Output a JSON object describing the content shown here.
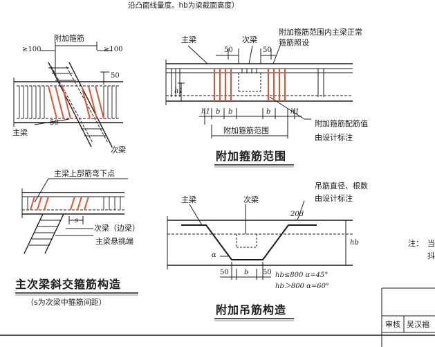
{
  "header_note": "沿凸面线量度。hb为梁截面高度）",
  "fig1": {
    "label_stirrup": "附加箍筋",
    "dim_left": "≥100",
    "dim_right": "≥100",
    "dim_50_a": "50",
    "dim_50_b": "50",
    "label_main_beam": "主梁",
    "label_sec_beam": "次梁"
  },
  "fig2": {
    "label_main_beam": "主梁",
    "label_sec_beam": "次梁",
    "dim_50_a": "50",
    "dim_50_b": "50",
    "callout_1": "附加箍筋范围内主梁正常",
    "callout_2": "箍筋照设",
    "h1_left": "h1",
    "h1_dim": "h1",
    "b1": "b",
    "b2": "b",
    "b3": "b",
    "h1_right": "h1",
    "label_range": "附加箍筋范围",
    "callout_3": "附加箍筋配筋值",
    "callout_4": "由设计标注",
    "title": "附加箍筋范围"
  },
  "fig3": {
    "label_bend": "主梁上部筋弯下点",
    "label_s": "s",
    "label_sec_edge": "次梁（边梁）",
    "label_cantilever": "主梁悬挑端",
    "title": "主次梁斜交箍筋构造",
    "subtitle": "（s为次梁中箍筋间距）"
  },
  "fig4": {
    "label_main_beam": "主梁",
    "label_sec_beam": "次梁",
    "callout_1": "吊筋直径、根数",
    "callout_2": "由设计标注",
    "label_20d": "20d",
    "label_hb": "hb",
    "label_alpha": "α",
    "dim_50_a": "50",
    "dim_b": "b",
    "dim_50_b": "50",
    "cond_1": "hb≤800  α=45°",
    "cond_2": "hb＞800  α=60°",
    "title": "附加吊筋构造"
  },
  "side_note": {
    "line1": "注：",
    "line2": "当",
    "line3": "抖"
  },
  "titleblock": {
    "review_label": "审核",
    "reviewer": "吴汉福"
  },
  "colors": {
    "ink": "#1a1a1a",
    "rebar_red": "#e8502a"
  }
}
